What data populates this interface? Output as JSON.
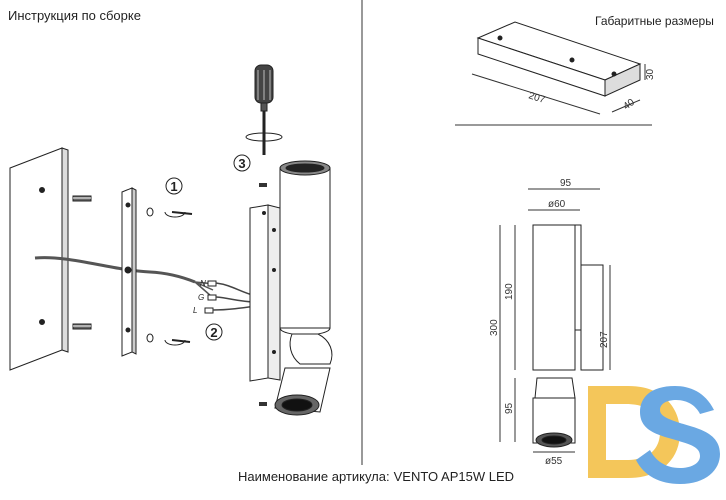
{
  "header": {
    "assembly_title": "Инструкция по сборке",
    "dimensions_title": "Габаритные размеры"
  },
  "footer": {
    "article_label": "Наименование артикула:",
    "article_value": "VENTO AP15W LED"
  },
  "assembly": {
    "steps": [
      "1",
      "2",
      "3"
    ],
    "wires": [
      "N",
      "G",
      "L"
    ]
  },
  "dimensions": {
    "box_length": "207",
    "box_height": "30",
    "box_depth": "40",
    "width_95": "95",
    "diameter_60": "ø60",
    "height_190": "190",
    "height_300": "300",
    "height_207": "207",
    "lower_95": "95",
    "diameter_55": "ø55"
  },
  "logo": {
    "text": "DS",
    "colors": [
      "#f4c65a",
      "#6aa8e3"
    ]
  }
}
